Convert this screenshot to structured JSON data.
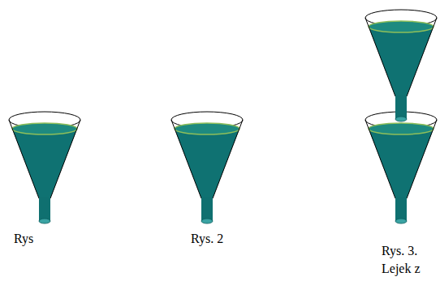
{
  "diagram": {
    "labels": [
      "Rys",
      "Rys. 2",
      "Rys. 3.",
      "Lejek z"
    ]
  }
}
